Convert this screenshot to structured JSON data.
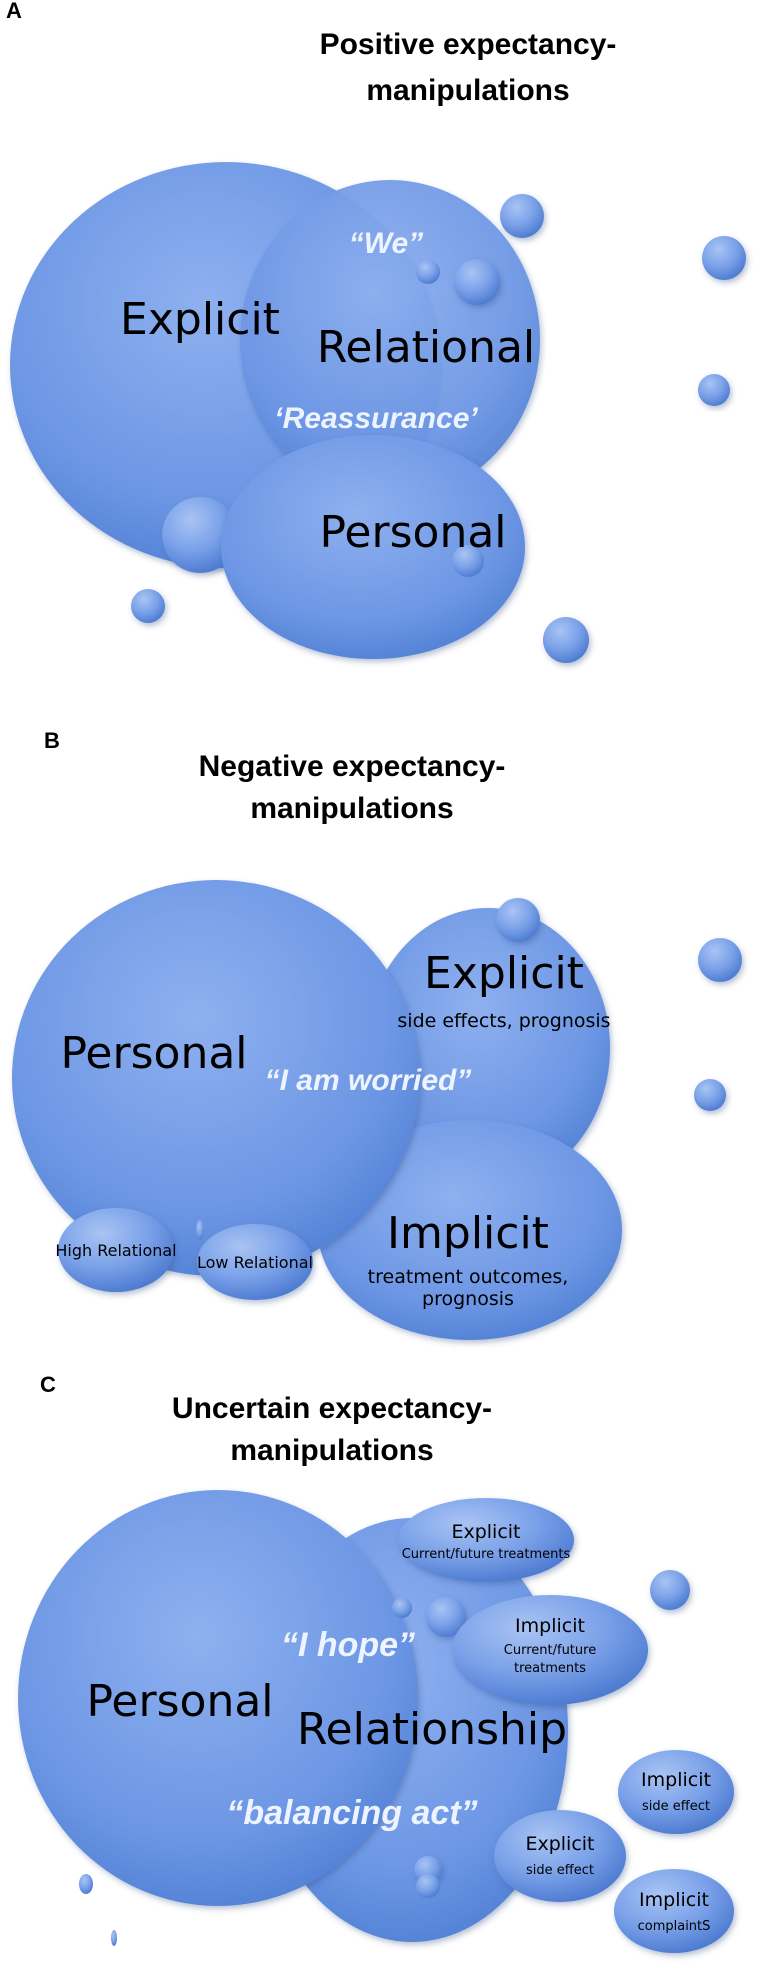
{
  "colors": {
    "bubble_light": "#a8c3f3",
    "bubble_mid": "#6d98e6",
    "bubble_dark": "#4a78cf",
    "quote_text": "#eef4ff"
  },
  "panel_a": {
    "letter": "A",
    "title_line1": "Positive expectancy-",
    "title_line2": "manipulations",
    "label_explicit": "Explicit",
    "label_relational": "Relational",
    "label_personal": "Personal",
    "quote_we": "“We”",
    "quote_reassurance": "‘Reassurance’"
  },
  "panel_b": {
    "letter": "B",
    "title_line1": "Negative expectancy-",
    "title_line2": "manipulations",
    "label_personal": "Personal",
    "label_explicit": "Explicit",
    "sub_explicit": "side effects, prognosis",
    "quote_worried": "“I am worried”",
    "label_implicit": "Implicit",
    "sub_implicit_line1": "treatment outcomes,",
    "sub_implicit_line2": "prognosis",
    "label_high_relational": "High Relational",
    "label_low_relational": "Low Relational"
  },
  "panel_c": {
    "letter": "C",
    "title_line1": "Uncertain expectancy-",
    "title_line2": "manipulations",
    "label_personal": "Personal",
    "label_relationship": "Relationship",
    "quote_hope": "“I hope”",
    "quote_balancing": "“balancing act”",
    "explicit_top": "Explicit",
    "explicit_top_sub": "Current/future treatments",
    "implicit_top": "Implicit",
    "implicit_top_sub1": "Current/future",
    "implicit_top_sub2": "treatments",
    "explicit_side": "Explicit",
    "explicit_side_sub": "side effect",
    "implicit_side": "Implicit",
    "implicit_side_sub": "side effect",
    "implicit_complaints": "Implicit",
    "implicit_complaints_sub": "complaintS"
  }
}
